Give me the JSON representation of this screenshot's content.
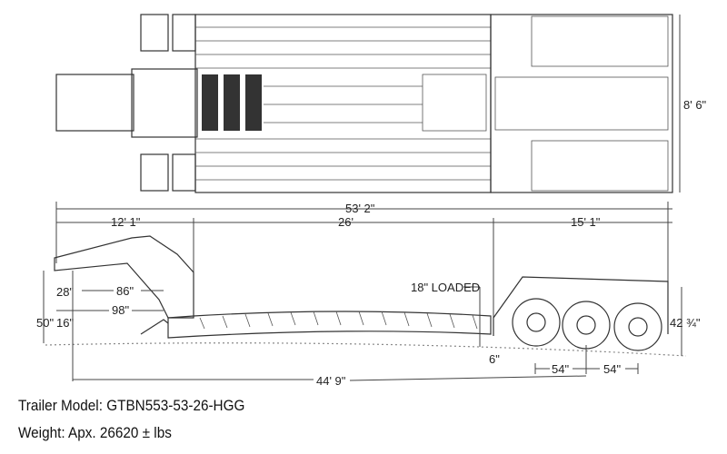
{
  "dimensions": {
    "overall_length": "53' 2\"",
    "gooseneck_length": "12' 1\"",
    "deck_length": "26'",
    "rear_length": "15' 1\"",
    "width": "8' 6\"",
    "kingpin_setback": "28\"",
    "swing_clearance": "86\"",
    "kingpin_to_deck": "98\"",
    "fifth_wheel_height": "50\"",
    "gooseneck_drop": "16\"",
    "deck_height_loaded": "18\" LOADED",
    "ground_clearance": "6\"",
    "axle_spacing_1": "54\"",
    "axle_spacing_2": "54\"",
    "rear_deck_height": "42 ¾\"",
    "kingpin_to_axle": "44' 9\""
  },
  "caption": {
    "model": "Trailer Model: GTBN553-53-26-HGG",
    "weight": "Weight: Apx. 26620 ± lbs"
  }
}
